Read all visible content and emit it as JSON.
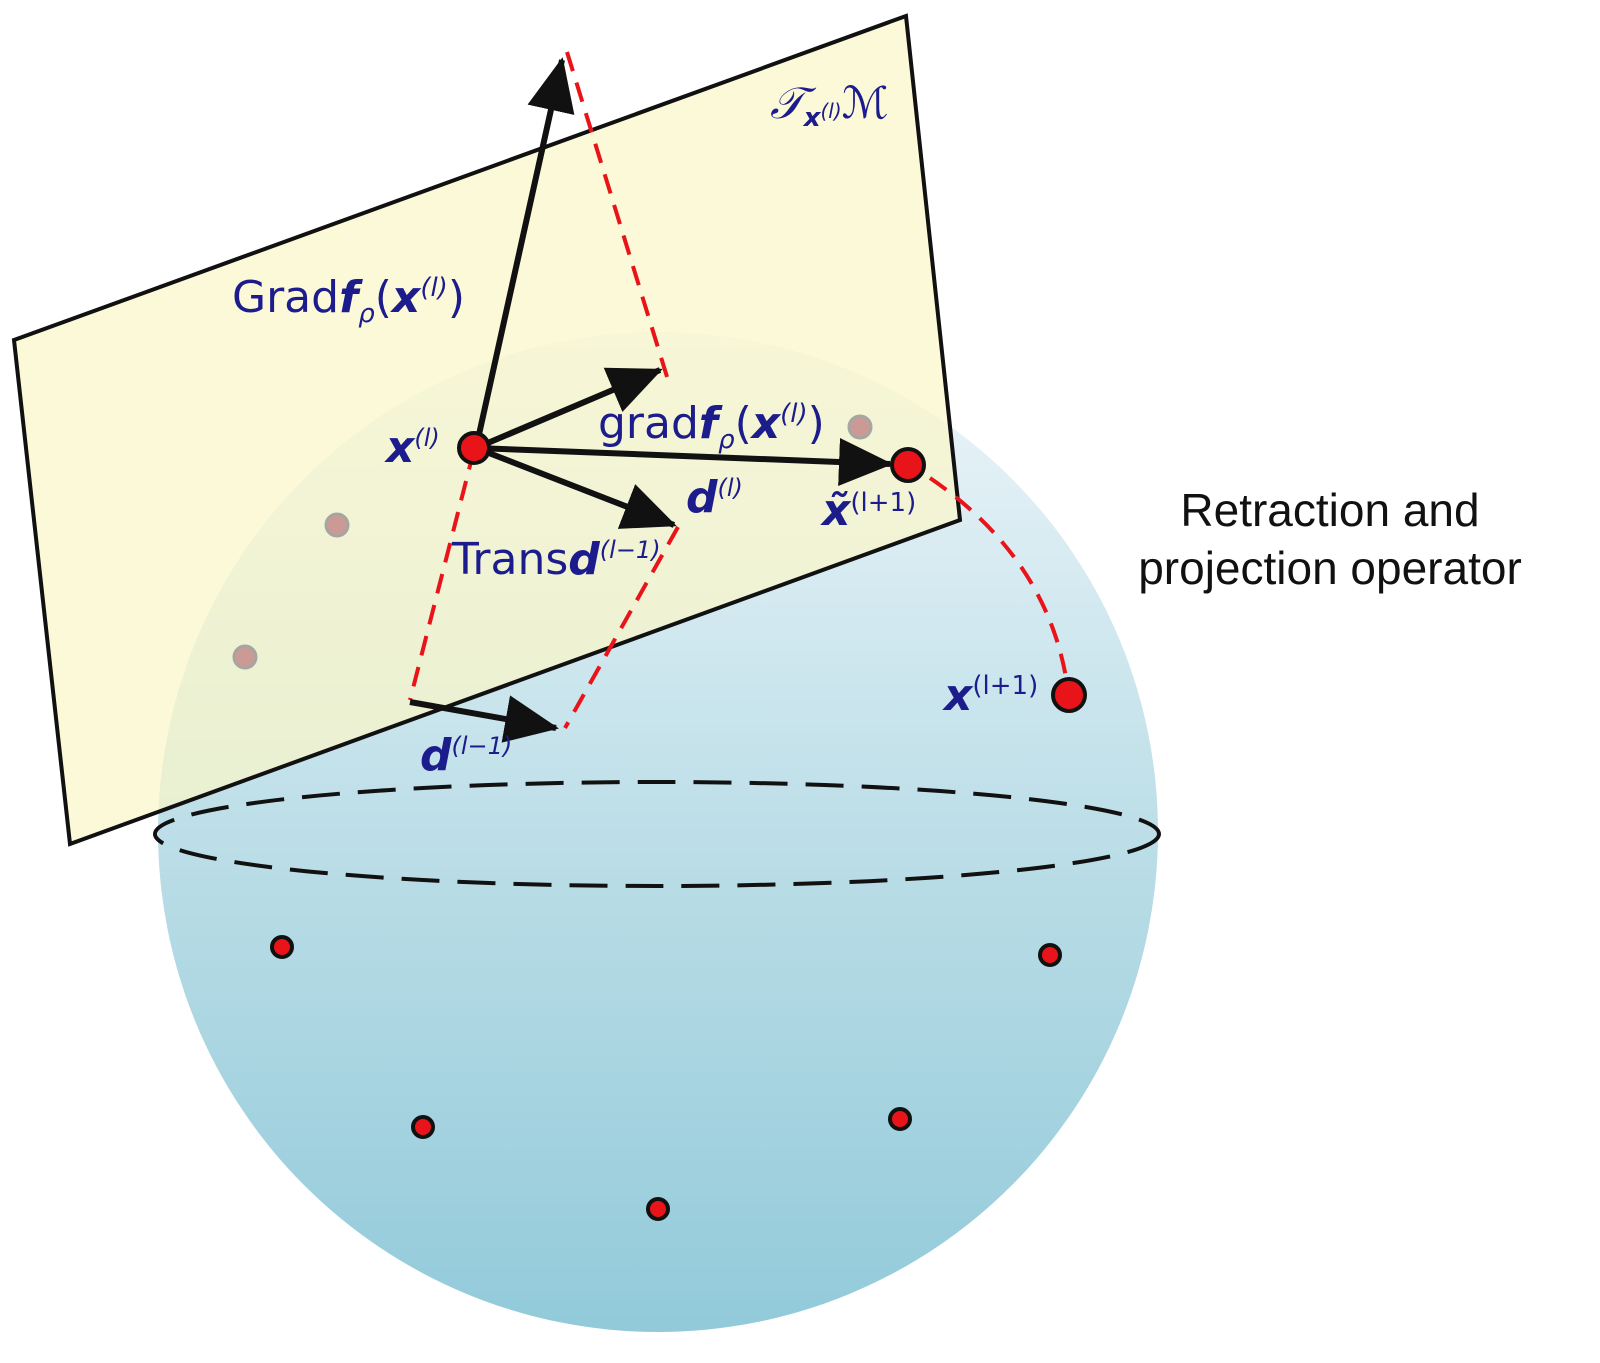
{
  "labels": {
    "tangent_space": {
      "script_T": "𝒯",
      "x": "x",
      "sup": "(l)",
      "script_M": "ℳ"
    },
    "euclid_grad": {
      "prefix": "Grad",
      "f": "f",
      "sub": "ρ",
      "open": "(",
      "x": "x",
      "sup": "(l)",
      "close": ")"
    },
    "riem_grad": {
      "prefix": "grad",
      "f": "f",
      "sub": "ρ",
      "open": "(",
      "x": "x",
      "sup": "(l)",
      "close": ")"
    },
    "x_l": {
      "x": "x",
      "sup": "(l)"
    },
    "d_l": {
      "d": "d",
      "sup": "(l)"
    },
    "x_tilde": {
      "x": "x̃",
      "sup": "(l+1)"
    },
    "trans_d": {
      "prefix": "Trans",
      "d": "d",
      "sup": "(l−1)"
    },
    "d_prev": {
      "d": "d",
      "sup": "(l−1)"
    },
    "x_next": {
      "x": "x",
      "sup": "(l+1)"
    }
  },
  "caption": {
    "line1": "Retraction and",
    "line2": "projection operator"
  },
  "colors": {
    "sphere_top": "#eaf3f8",
    "sphere_bottom": "#8ec8d8",
    "plane_fill": "#fbf6c8",
    "red_point": "#e8141a",
    "label_blue": "#1c1c8c",
    "dash_red": "#e8141a"
  }
}
